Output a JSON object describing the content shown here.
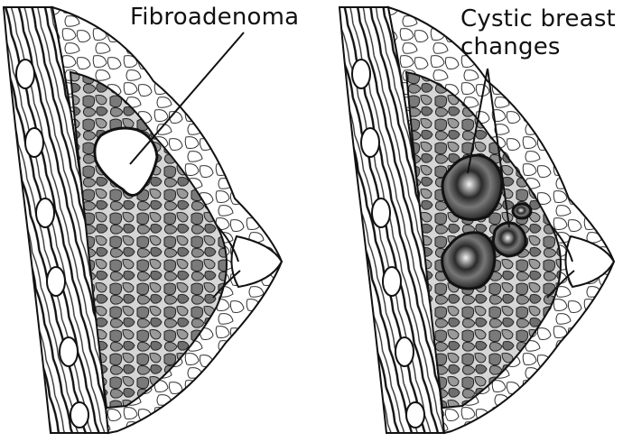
{
  "labels": {
    "left": "Fibroadenoma",
    "right_line1": "Cystic breast",
    "right_line2": "changes"
  },
  "colors": {
    "ink": "#111111",
    "paper": "#ffffff",
    "tissue_dark": "#4a4a4a",
    "tissue_mid": "#8a8a8a"
  }
}
